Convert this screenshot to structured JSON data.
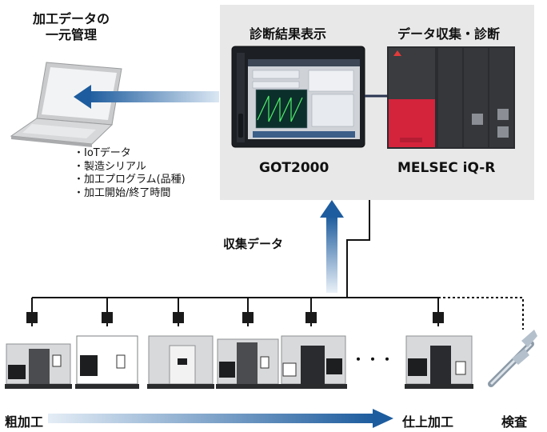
{
  "titles": {
    "pc_line1": "加工データの",
    "pc_line2": "一元管理",
    "diag_display": "診断結果表示",
    "data_collect": "データ収集・診断",
    "got": "GOT2000",
    "melsec": "MELSEC iQ-R",
    "collected": "収集データ",
    "rough": "粗加工",
    "finish": "仕上加工",
    "inspection": "検査",
    "dots": "・・・"
  },
  "bullets": [
    "・IoTデータ",
    "・製造シリアル",
    "・加工プログラム(品種)",
    "・加工開始/終了時間"
  ],
  "colors": {
    "panel": "#e8e8e8",
    "arrow_dark": "#1d5c9e",
    "arrow_light": "#dbe7f3",
    "plc_red": "#d4243c",
    "network": "#111111"
  }
}
